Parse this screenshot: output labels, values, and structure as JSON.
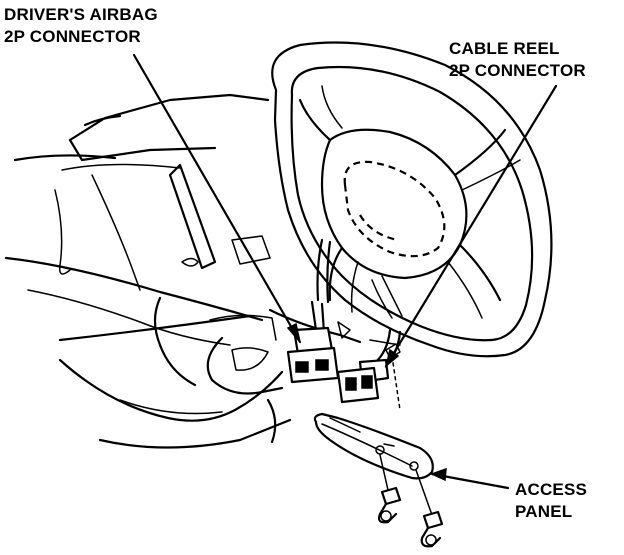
{
  "labels": {
    "airbag_connector": [
      "DRIVER'S AIRBAG",
      "2P CONNECTOR"
    ],
    "cable_reel_connector": [
      "CABLE REEL",
      "2P CONNECTOR"
    ],
    "access_panel": [
      "ACCESS",
      "PANEL"
    ]
  }
}
